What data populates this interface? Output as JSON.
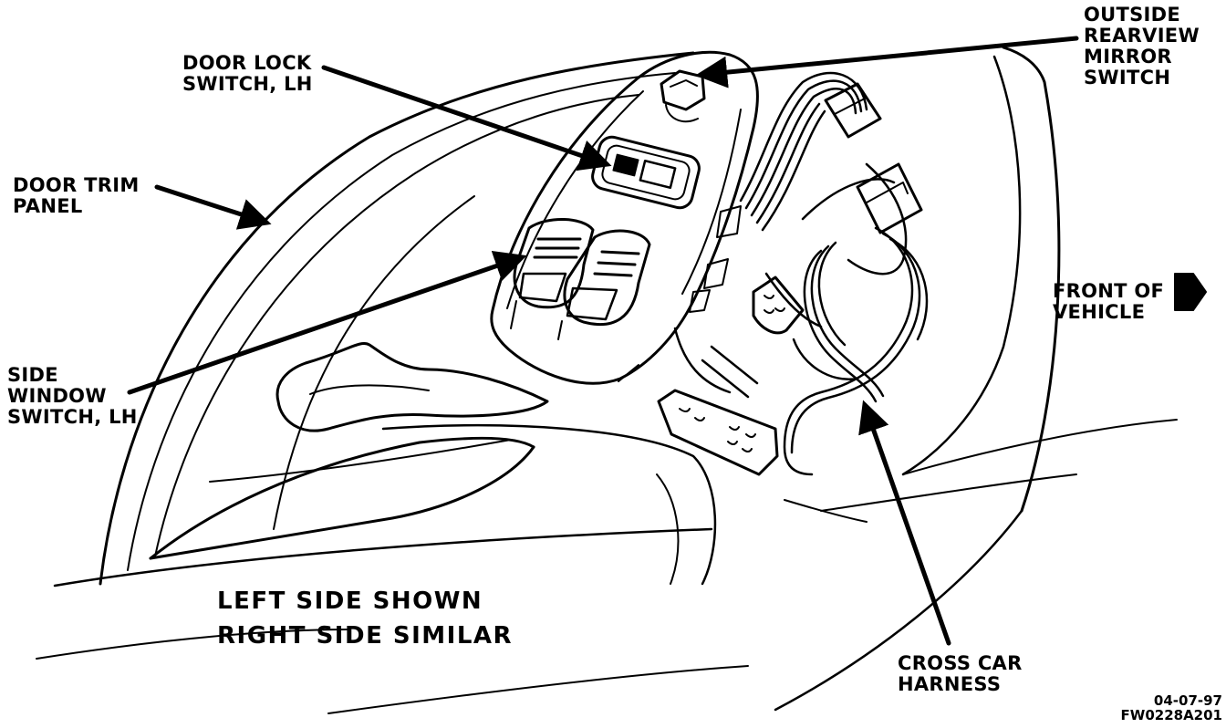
{
  "labels": {
    "door_lock_switch": [
      "DOOR LOCK",
      "SWITCH, LH"
    ],
    "outside_mirror_switch": [
      "OUTSIDE",
      "REARVIEW",
      "MIRROR",
      "SWITCH"
    ],
    "door_trim_panel": [
      "DOOR TRIM",
      "PANEL"
    ],
    "front_of_vehicle": [
      "FRONT OF",
      "VEHICLE"
    ],
    "side_window_switch": [
      "SIDE",
      "WINDOW",
      "SWITCH, LH"
    ],
    "cross_car_harness": [
      "CROSS CAR",
      "HARNESS"
    ]
  },
  "caption": [
    "LEFT SIDE SHOWN",
    "RIGHT SIDE SIMILAR"
  ],
  "figure_code": [
    "04-07-97",
    "FW0228A201"
  ],
  "colors": {
    "line": "#000000",
    "background": "#ffffff"
  }
}
